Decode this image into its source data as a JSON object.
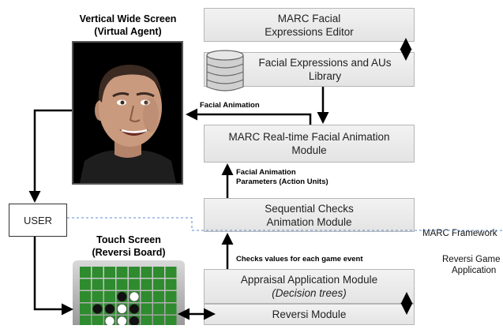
{
  "boxes": {
    "editor": [
      "MARC Facial",
      "Expressions Editor"
    ],
    "library": [
      "Facial Expressions and AUs",
      "Library"
    ],
    "realtime": [
      "MARC Real-time Facial Animation",
      "Module"
    ],
    "sequential": [
      "Sequential Checks",
      "Animation Module"
    ],
    "appraisal_line1": "Appraisal Application Module",
    "appraisal_line2": "Decision trees",
    "reversi": "Reversi Module",
    "user": "USER"
  },
  "headings": {
    "vertical": [
      "Vertical Wide Screen",
      "(Virtual Agent)"
    ],
    "touch": [
      "Touch Screen",
      "(Reversi Board)"
    ]
  },
  "arrow_labels": {
    "facial_animation": "Facial Animation",
    "params": [
      "Facial Animation",
      "Parameters (Action Units)"
    ],
    "checks": "Checks values for each game event"
  },
  "framework_labels": {
    "marc": "MARC Framework",
    "reversi_game": [
      "Reversi Game",
      "Application"
    ]
  },
  "colors": {
    "box_border": "#b5b5b5",
    "dashed_line": "#5b8bd4",
    "board_green": "#2e8b2e"
  },
  "icons": {
    "database": "database-icon",
    "agent": "virtual-agent-face",
    "board": "reversi-board"
  }
}
